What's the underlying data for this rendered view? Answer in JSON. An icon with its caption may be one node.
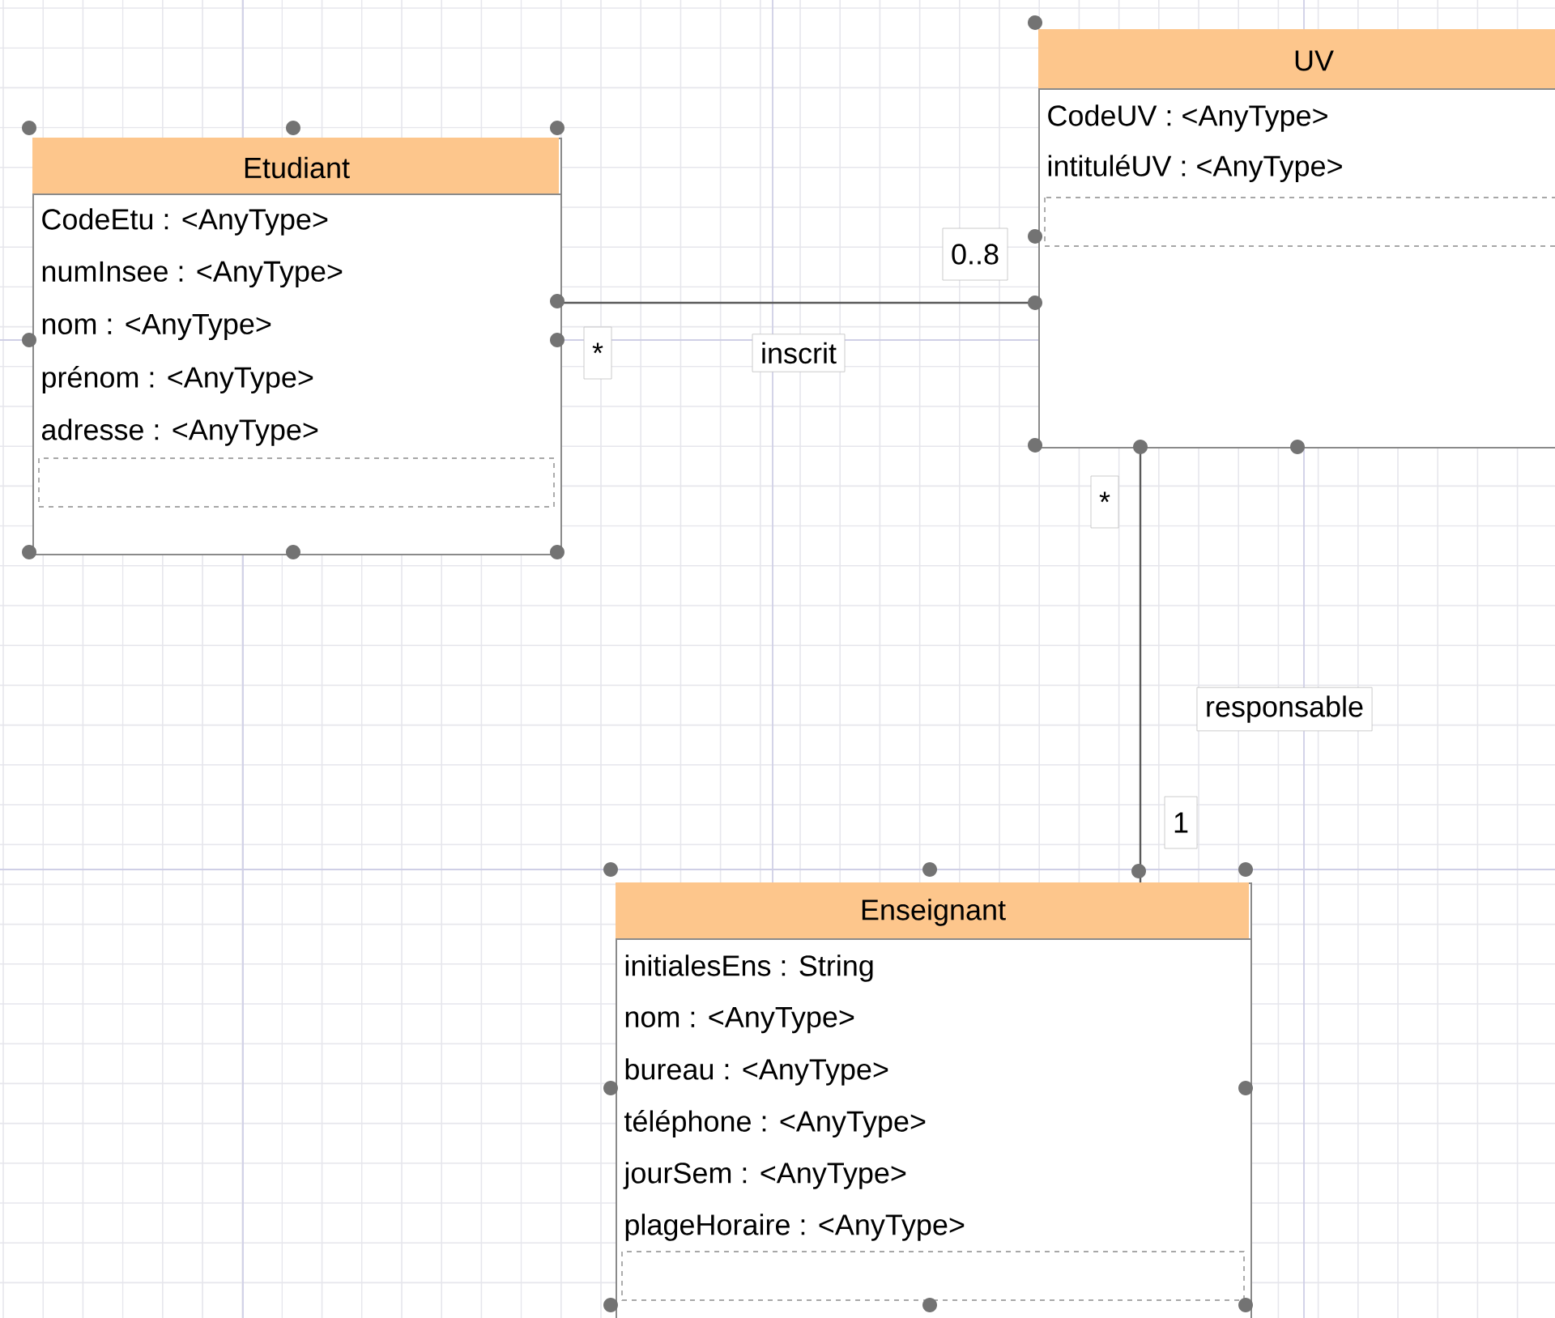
{
  "diagram": {
    "nodes": [
      {
        "text": [
          "Etudiant",
          "CodeEtu : <AnyType>",
          "numInsee : <AnyType>",
          "nom : <AnyType>",
          "prénom : <AnyType>",
          "adresse : <AnyType>"
        ]
      },
      {
        "text": [
          "UV",
          "CodeUV : <AnyType>",
          "intituléUV : <AnyType>"
        ]
      },
      {
        "text": [
          "Enseignant",
          "initialesEns : String",
          "nom : <AnyType>",
          "bureau : <AnyType>",
          "téléphone : <AnyType>",
          "jourSem : <AnyType>",
          "plageHoraire : <AnyType>"
        ]
      }
    ],
    "edges": [
      {
        "from": 0,
        "to": 1,
        "arrow": "none",
        "label": "inscrit"
      },
      {
        "from": 1,
        "to": 2,
        "arrow": "none",
        "label": "responsable"
      }
    ],
    "labels": [
      "0..8",
      "*",
      "*",
      "1"
    ]
  }
}
